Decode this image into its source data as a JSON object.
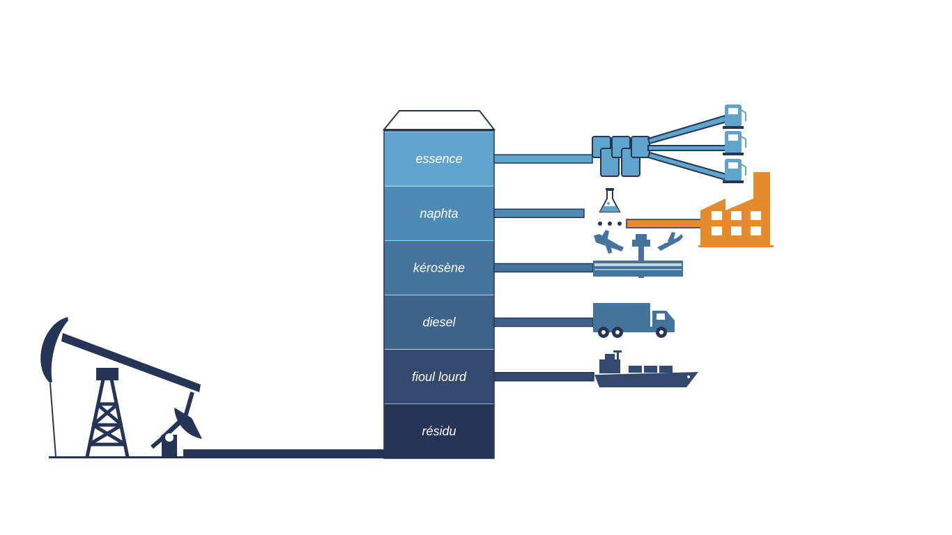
{
  "fractions": [
    {
      "label": "essence",
      "color": "#5fa4cb",
      "use": "fuel-station-icon"
    },
    {
      "label": "naphta",
      "color": "#4f8ab5",
      "use": "factory-icon"
    },
    {
      "label": "kérosène",
      "color": "#44739c",
      "use": "airport-icon"
    },
    {
      "label": "diesel",
      "color": "#3e6388",
      "use": "truck-icon"
    },
    {
      "label": "fioul lourd",
      "color": "#33496d",
      "use": "ship-icon"
    },
    {
      "label": "résidu",
      "color": "#263556",
      "use": null
    }
  ],
  "colors": {
    "dark": "#263556",
    "accent": "#e68a2e",
    "light_blue": "#5fa4cb",
    "mid_blue": "#44739c"
  },
  "icons": [
    "pumpjack-icon",
    "flask-icon",
    "plane-landing-icon",
    "control-tower-icon",
    "plane-takeoff-icon",
    "storage-tank-icon"
  ]
}
